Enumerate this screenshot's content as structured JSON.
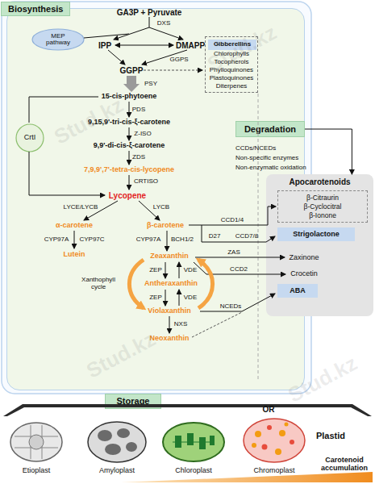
{
  "diagram": {
    "nodes": [
      {
        "text": [
          "Biosynthesis"
        ]
      },
      {
        "text": [
          "MEP pathway"
        ],
        "in": 0
      },
      {
        "text": [
          "CrtI"
        ],
        "in": 0
      },
      {
        "text": [
          "Chlorophylls",
          "Tocopherols",
          "Phylloquinones",
          "Plastoquinones",
          "Diterpenes"
        ],
        "in": 0
      },
      {
        "text": [
          "Gibberellins"
        ],
        "in": 3
      },
      {
        "text": [
          "Degradation"
        ]
      },
      {
        "text": [
          "Apocarotenoids"
        ]
      },
      {
        "text": [
          "β-Citraurin",
          "β-Cyclocitral",
          "β-Ionone"
        ],
        "in": 6
      },
      {
        "text": [
          "Strigolactone"
        ],
        "in": 6
      },
      {
        "text": [
          "ABA"
        ],
        "in": 6
      },
      {
        "text": [
          "Storage"
        ]
      }
    ],
    "edges": [
      {
        "from": 5,
        "to": 6,
        "arrow": "to"
      }
    ],
    "labels": [
      "GA3P + Pyruvate",
      "DXS",
      "IPP",
      "DMAPP",
      "GGPS",
      "GGPP",
      "PSY",
      "15-cis-phytoene",
      "PDS",
      "9,15,9'-tri-cis-ξ-carotene",
      "Z-ISO",
      "9,9'-di-cis-ξ-carotene",
      "ZDS",
      "7,9,9',7'-tetra-cis-lycopene",
      "CRTISO",
      "Lycopene",
      "LYCE/LYCB",
      "LYCB",
      "α-carotene",
      "β-carotene",
      "CYP97A",
      "CYP97C",
      "Lutein",
      "CYP97A",
      "BCH1/2",
      "Zeaxanthin",
      "ZEP",
      "VDE",
      "Antheraxanthin",
      "ZEP",
      "VDE",
      "Violaxanthin",
      "NXS",
      "Neoxanthin",
      "Xanthophyll cycle",
      "CCDs/NCEDs",
      "Non-specific enzymes",
      "Non-enzymatic oxidation",
      "CCD1/4",
      "D27",
      "CCD7/8",
      "ZAS",
      "CCD2",
      "NCEDs",
      "Zaxinone",
      "Crocetin",
      "OR",
      "Plastid",
      "Etioplast",
      "Amyloplast",
      "Chloroplast",
      "Chromoplast",
      "Carotenoid accumulation",
      "Stud.kz",
      "Stud.kz",
      "Stud.kz",
      "Stud.kz"
    ]
  }
}
